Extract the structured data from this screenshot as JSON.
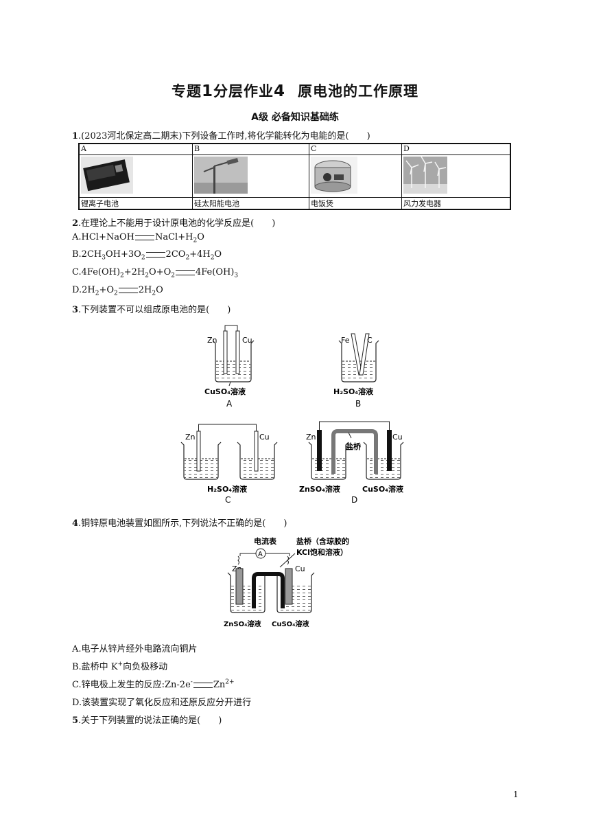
{
  "title": "专题1分层作业4　原电池的工作原理",
  "title_parts": {
    "a": "专题",
    "b": "1",
    "c": "分层作业",
    "d": "4",
    "e": "原电池的工作原理"
  },
  "section": "A级 必备知识基础练",
  "q1": {
    "num": "1",
    "text": ".(2023河北保定高二期末)下列设备工作时,将化学能转化为电能的是(　　)",
    "letters": [
      "A",
      "B",
      "C",
      "D"
    ],
    "labels": [
      "锂离子电池",
      "硅太阳能电池",
      "电饭煲",
      "风力发电器"
    ]
  },
  "q2": {
    "num": "2",
    "text": ".在理论上不能用于设计原电池的化学反应是(　　)",
    "options": {
      "A": {
        "l": "A.HCl+NaOH",
        "r": "NaCl+H",
        "r2": "O"
      },
      "B": {
        "l": "B.2CH",
        "l2": "OH+3O",
        "r": "2CO",
        "r2": "+4H",
        "r3": "O"
      },
      "C": {
        "l": "C.4Fe(OH)",
        "l2": "+2H",
        "l3": "O+O",
        "r": "4Fe(OH)"
      },
      "D": {
        "l": "D.2H",
        "l2": "+O",
        "r": "2H",
        "r2": "O"
      }
    }
  },
  "q3": {
    "num": "3",
    "text": ".下列装置不可以组成原电池的是(　　)",
    "figA": {
      "left": "Zn",
      "right": "Cu",
      "sol": "CuSO₄溶液",
      "cap": "A"
    },
    "figB": {
      "left": "Fe",
      "right": "C",
      "sol": "H₂SO₄溶液",
      "cap": "B"
    },
    "figC": {
      "left": "Zn",
      "right": "Cu",
      "sol": "H₂SO₄溶液",
      "cap": "C"
    },
    "figD": {
      "left": "Zn",
      "right": "Cu",
      "bridge": "盐桥",
      "sol_l": "ZnSO₄溶液",
      "sol_r": "CuSO₄溶液",
      "cap": "D"
    }
  },
  "q4": {
    "num": "4",
    "text": ".铜锌原电池装置如图所示,下列说法不正确的是(　　)",
    "fig": {
      "meter": "电流表",
      "meter_sym": "A",
      "bridge1": "盐桥（含琼胶的",
      "bridge2": "KCl饱和溶液）",
      "left": "Zn",
      "right": "Cu",
      "sol_l": "ZnSO₄溶液",
      "sol_r": "CuSO₄溶液"
    },
    "options": {
      "A": "A.电子从锌片经外电路流向铜片",
      "B1": "B.盐桥中 K",
      "B2": "向负极移动",
      "C1": "C.锌电极上发生的反应:Zn-2e",
      "C2": "Zn",
      "D": "D.该装置实现了氧化反应和还原反应分开进行"
    },
    "sup_plus": "+",
    "sup_minus": "-",
    "sup_2plus": "2+"
  },
  "q5": {
    "num": "5",
    "text": ".关于下列装置的说法正确的是(　　)"
  },
  "sub2": "2",
  "sub3": "3",
  "page_number": "1"
}
